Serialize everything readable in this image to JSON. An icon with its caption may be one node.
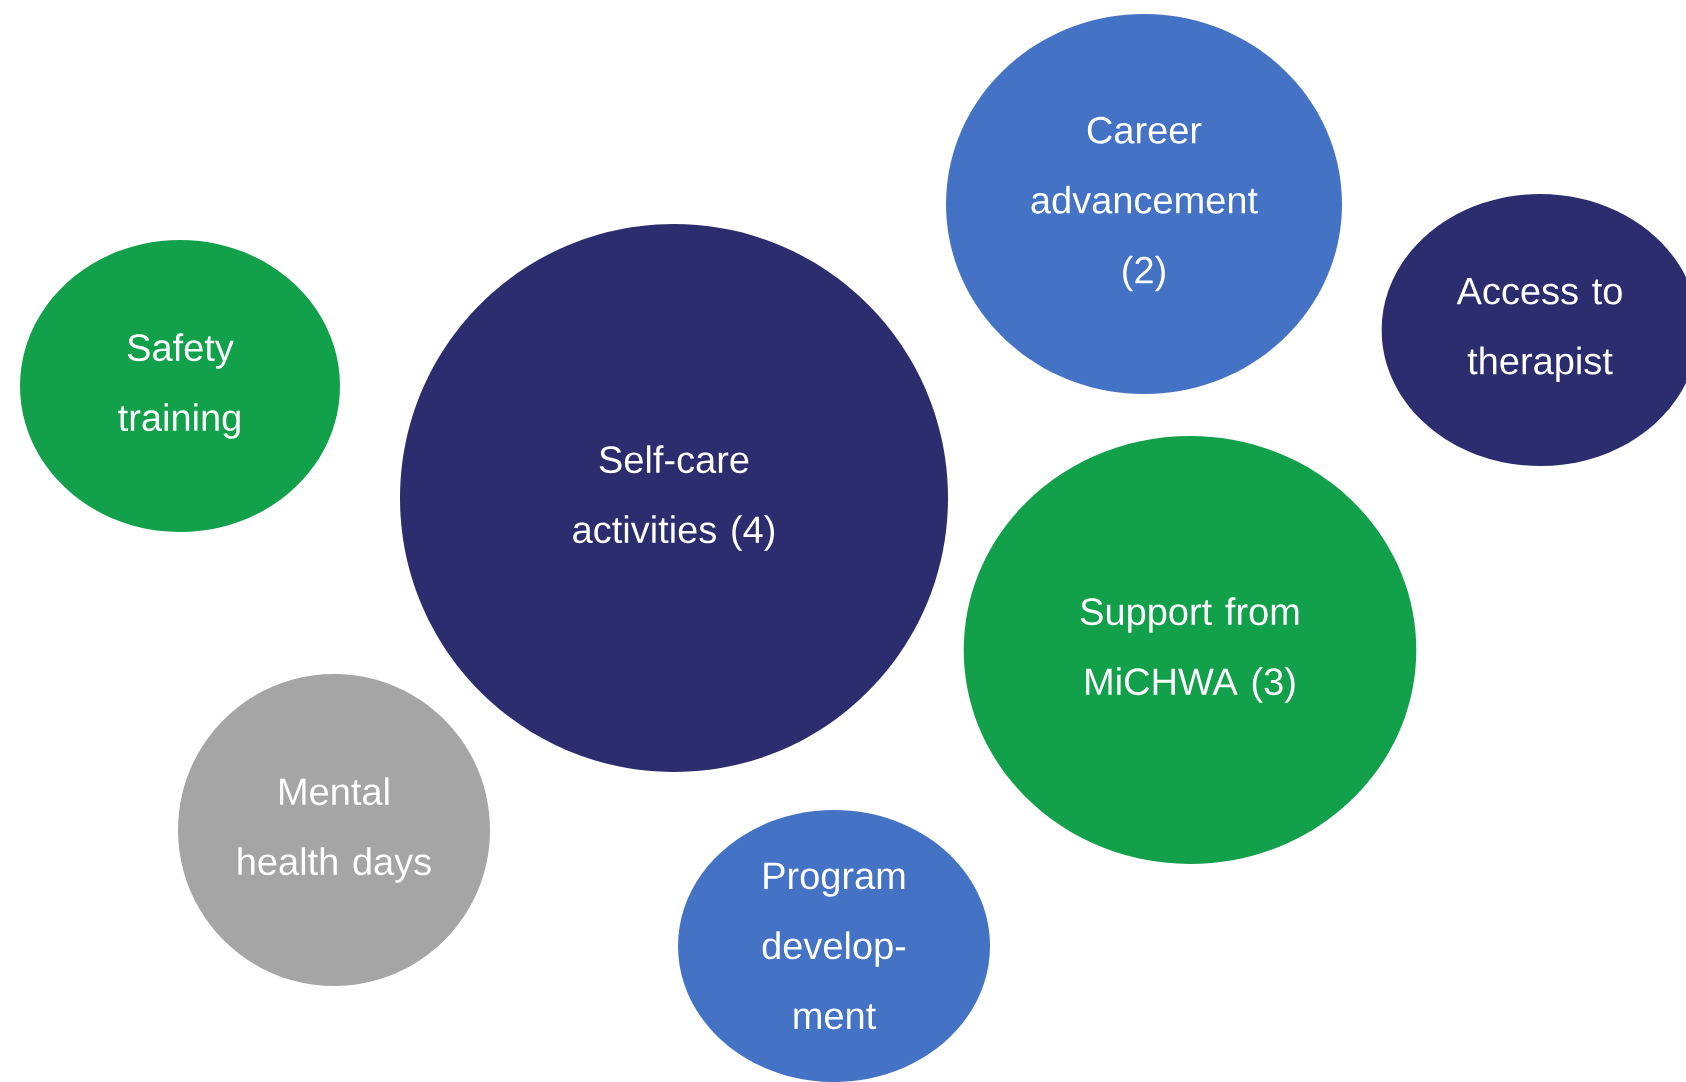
{
  "diagram": {
    "nodes": [
      {
        "text": [
          "Safety training"
        ]
      },
      {
        "text": [
          "Self-care activities (4)"
        ]
      },
      {
        "text": [
          "Career advancement (2)"
        ]
      },
      {
        "text": [
          "Access to therapist"
        ]
      },
      {
        "text": [
          "Support from MiCHWA (3)"
        ]
      },
      {
        "text": [
          "Mental health days"
        ]
      },
      {
        "text": [
          "Program develop- ment"
        ]
      }
    ]
  }
}
